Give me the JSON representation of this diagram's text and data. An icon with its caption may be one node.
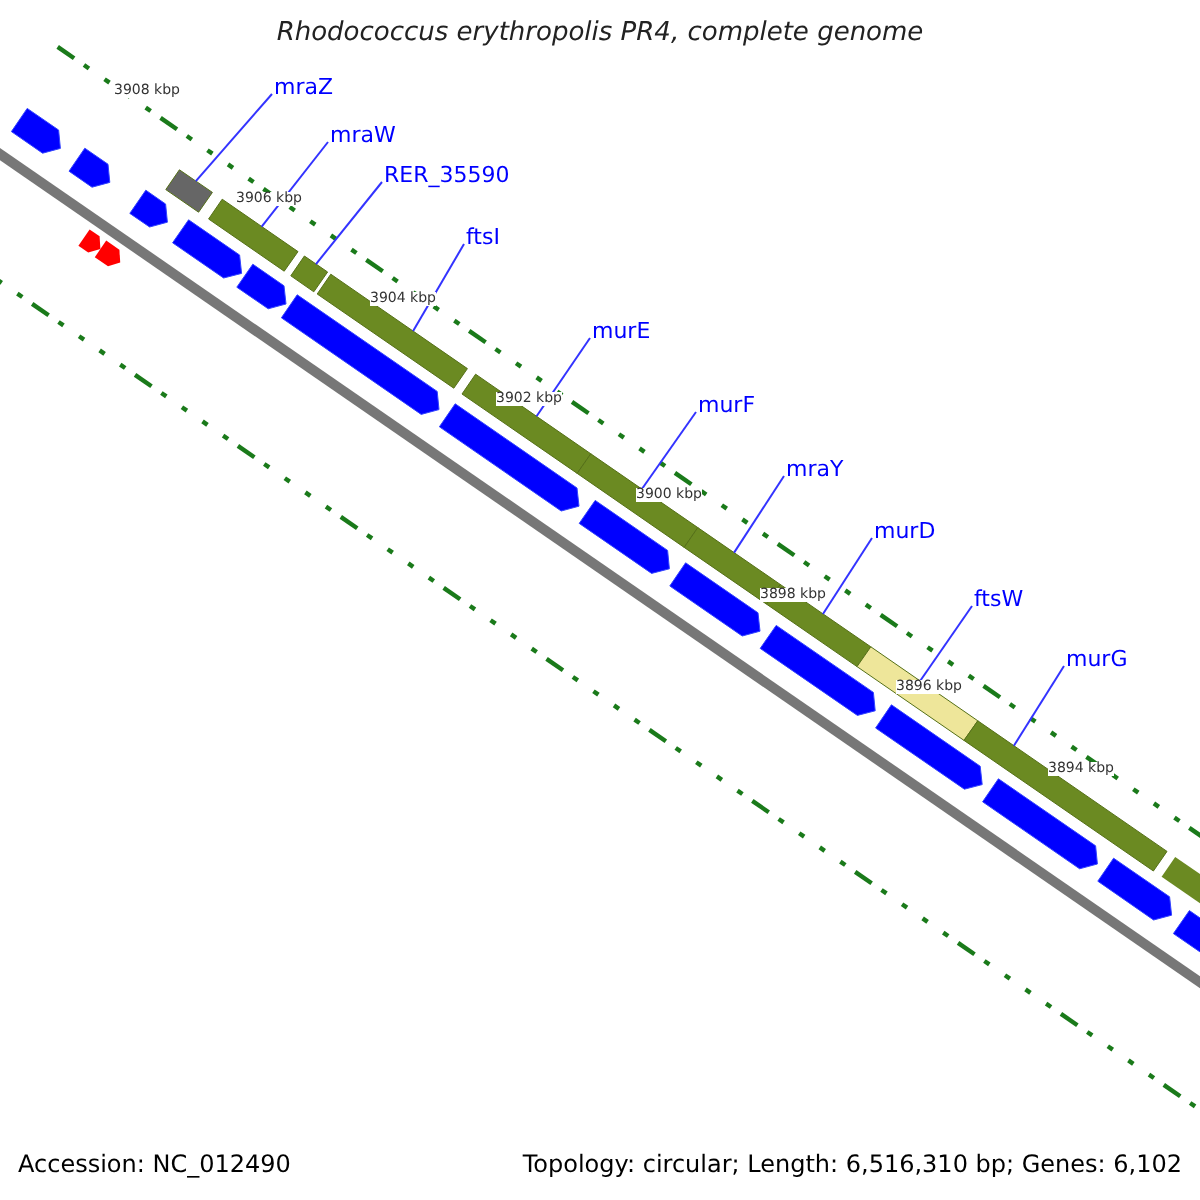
{
  "diagram": {
    "title": "Rhodococcus erythropolis PR4, complete genome",
    "nodes": [
      {
        "text": [
          "mraZ"
        ]
      },
      {
        "text": [
          "mraW"
        ]
      },
      {
        "text": [
          "RER_35590"
        ]
      },
      {
        "text": [
          "ftsI"
        ]
      },
      {
        "text": [
          "murE"
        ]
      },
      {
        "text": [
          "murF"
        ]
      },
      {
        "text": [
          "mraY"
        ]
      },
      {
        "text": [
          "murD"
        ]
      },
      {
        "text": [
          "ftsW"
        ]
      },
      {
        "text": [
          "murG"
        ]
      },
      {
        "text": [],
        "shape": "bar"
      },
      {
        "text": [],
        "shape": "bar"
      },
      {
        "text": [],
        "shape": "bar"
      },
      {
        "text": [],
        "shape": "bar"
      },
      {
        "text": [],
        "shape": "bar"
      },
      {
        "text": [],
        "shape": "bar"
      },
      {
        "text": [],
        "shape": "bar"
      },
      {
        "text": [],
        "shape": "bar"
      },
      {
        "text": [],
        "shape": "bar"
      },
      {
        "text": [],
        "shape": "bar"
      },
      {
        "text": [],
        "shape": "bar"
      }
    ],
    "edges": [
      {
        "from": 0,
        "to": 10,
        "arrow": "none"
      },
      {
        "from": 1,
        "to": 11,
        "arrow": "none"
      },
      {
        "from": 2,
        "to": 12,
        "arrow": "none"
      },
      {
        "from": 3,
        "to": 13,
        "arrow": "none"
      },
      {
        "from": 4,
        "to": 14,
        "arrow": "none"
      },
      {
        "from": 5,
        "to": 15,
        "arrow": "none"
      },
      {
        "from": 6,
        "to": 16,
        "arrow": "none"
      },
      {
        "from": 7,
        "to": 17,
        "arrow": "none"
      },
      {
        "from": 8,
        "to": 18,
        "arrow": "none"
      },
      {
        "from": 9,
        "to": 19,
        "arrow": "none"
      }
    ],
    "labels": [
      "3908 kbp",
      "3906 kbp",
      "3904 kbp",
      "3902 kbp",
      "3900 kbp",
      "3898 kbp",
      "3896 kbp",
      "3894 kbp",
      "Accession: NC_012490",
      "Topology: circular; Length: 6,516,310 bp; Genes: 6,102"
    ]
  }
}
